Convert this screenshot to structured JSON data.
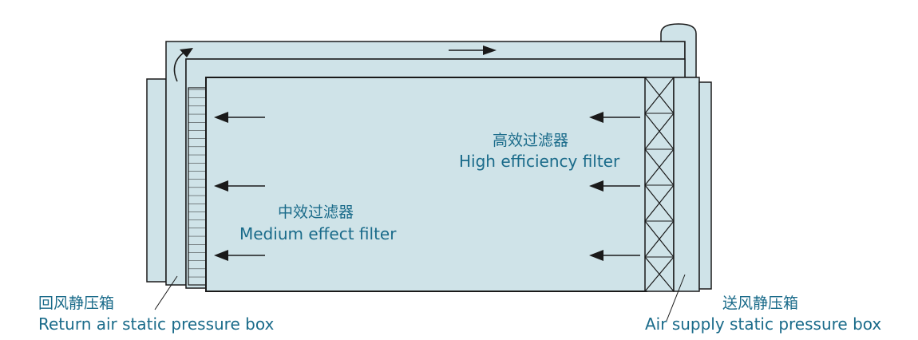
{
  "colors": {
    "box_fill": "#cfe3e8",
    "outline": "#1a1a1a",
    "label": "#1a6b8a"
  },
  "labels": {
    "high_efficiency_cn": "高效过滤器",
    "high_efficiency_en": "High efficiency filter",
    "medium_effect_cn": "中效过滤器",
    "medium_effect_en": "Medium effect filter",
    "return_box_cn": "回风静压箱",
    "return_box_en": "Return air static pressure box",
    "supply_box_cn": "送风静压箱",
    "supply_box_en": "Air supply static pressure box"
  }
}
